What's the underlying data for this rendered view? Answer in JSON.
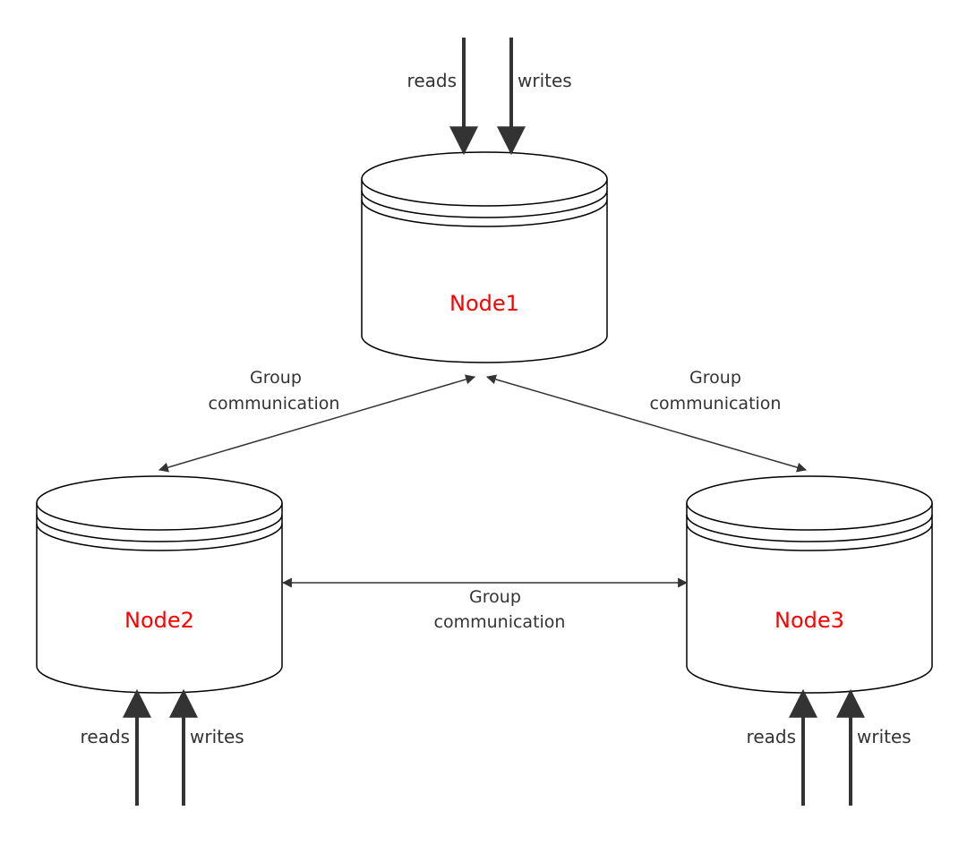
{
  "diagram": {
    "colors": {
      "node_label": "#ff0000",
      "stroke": "#000000",
      "arrow": "#333333",
      "text": "#333333",
      "background": "#ffffff"
    },
    "nodes": [
      {
        "id": "node1",
        "label": "Node1"
      },
      {
        "id": "node2",
        "label": "Node2"
      },
      {
        "id": "node3",
        "label": "Node3"
      }
    ],
    "io": {
      "node1": {
        "reads": "reads",
        "writes": "writes"
      },
      "node2": {
        "reads": "reads",
        "writes": "writes"
      },
      "node3": {
        "reads": "reads",
        "writes": "writes"
      }
    },
    "links": [
      {
        "from": "node1",
        "to": "node2",
        "label_line1": "Group",
        "label_line2": "communication"
      },
      {
        "from": "node1",
        "to": "node3",
        "label_line1": "Group",
        "label_line2": "communication"
      },
      {
        "from": "node2",
        "to": "node3",
        "label_line1": "Group",
        "label_line2": "communication"
      }
    ]
  }
}
